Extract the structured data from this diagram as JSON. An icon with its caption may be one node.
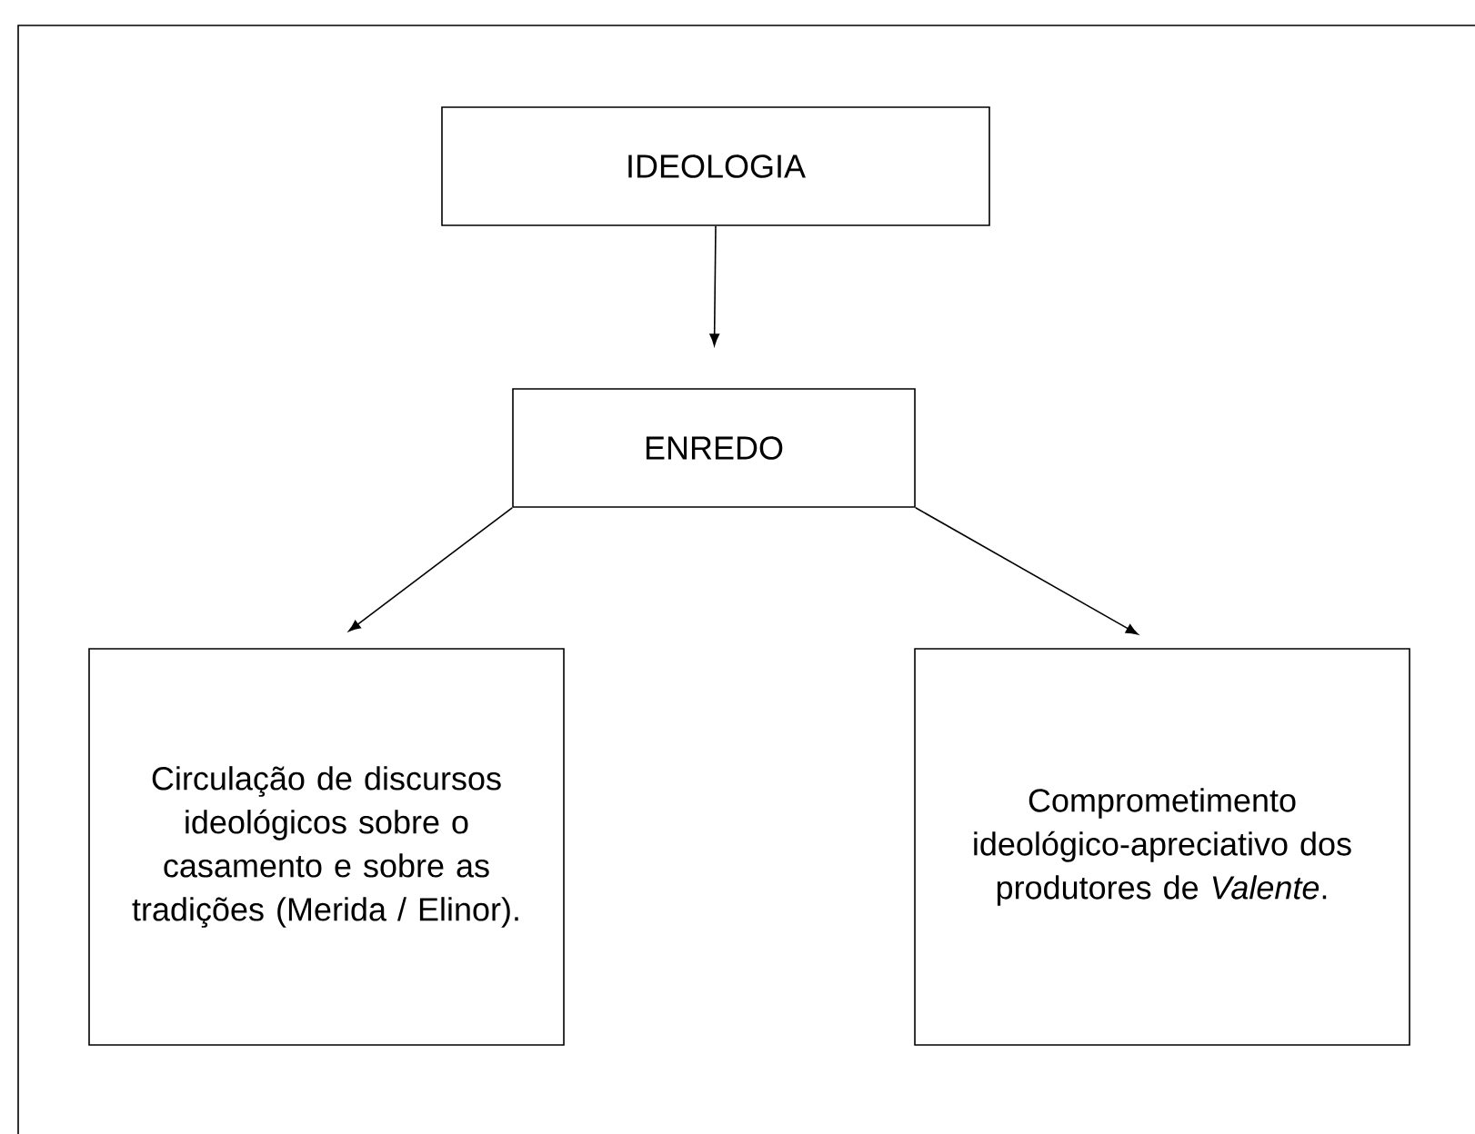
{
  "diagram": {
    "nodes": [
      {
        "text": [
          "IDEOLOGIA"
        ]
      },
      {
        "text": [
          "ENREDO"
        ]
      },
      {
        "text": [
          "Circulação de discursos ideológicos sobre o casamento e sobre as tradições (Merida / Elinor)."
        ]
      },
      {
        "text": [
          "Comprometimento ideológico-apreciativo dos produtores de *Valente*."
        ]
      }
    ],
    "edges": [
      {
        "from": 0,
        "to": 1,
        "arrow": "to"
      },
      {
        "from": 1,
        "to": 2,
        "arrow": "to"
      },
      {
        "from": 1,
        "to": 3,
        "arrow": "to"
      }
    ]
  }
}
